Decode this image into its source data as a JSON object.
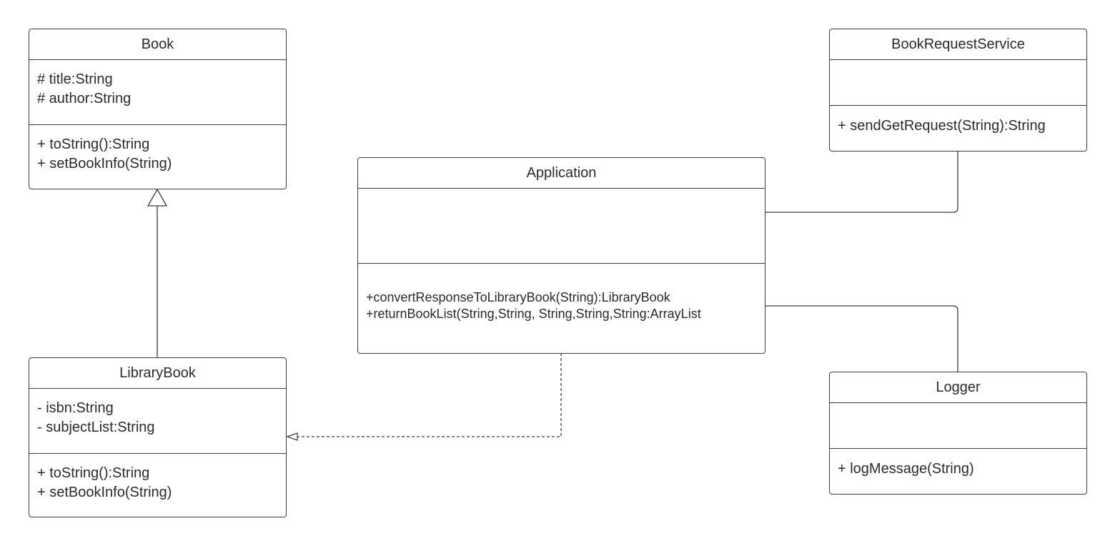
{
  "classes": {
    "book": {
      "name": "Book",
      "attributes": [
        "# title:String",
        "# author:String"
      ],
      "operations": [
        "+ toString():String",
        "+ setBookInfo(String)"
      ]
    },
    "library_book": {
      "name": "LibraryBook",
      "attributes": [
        "- isbn:String",
        "- subjectList:String"
      ],
      "operations": [
        "+ toString():String",
        "+ setBookInfo(String)"
      ]
    },
    "application": {
      "name": "Application",
      "attributes": [],
      "operations": [
        "+convertResponseToLibraryBook(String):LibraryBook",
        "+returnBookList(String,String, String,String,String:ArrayList"
      ]
    },
    "book_request_service": {
      "name": "BookRequestService",
      "attributes": [],
      "operations": [
        "+ sendGetRequest(String):String"
      ]
    },
    "logger": {
      "name": "Logger",
      "attributes": [],
      "operations": [
        "+ logMessage(String)"
      ]
    }
  },
  "relationships": [
    {
      "from": "LibraryBook",
      "to": "Book",
      "type": "generalization"
    },
    {
      "from": "Application",
      "to": "LibraryBook",
      "type": "dependency"
    },
    {
      "from": "Application",
      "to": "BookRequestService",
      "type": "association"
    },
    {
      "from": "Application",
      "to": "Logger",
      "type": "association"
    }
  ],
  "colors": {
    "line": "#3d3d3d",
    "text": "#2b2b2b",
    "background": "#ffffff"
  }
}
